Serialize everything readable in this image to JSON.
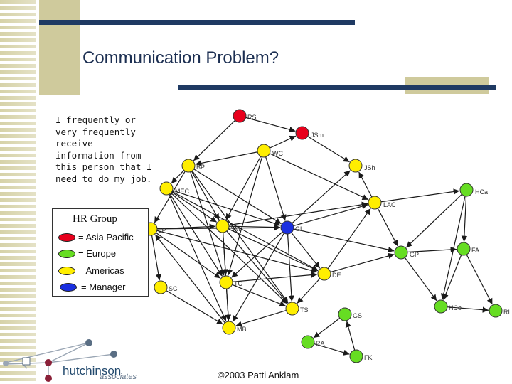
{
  "slide": {
    "title": "Communication Problem?",
    "question": "I frequently or\nvery frequently\nreceive\ninformation from\nthis person that I\nneed to do my job.",
    "copyright": "©2003 Patti Anklam",
    "logo_name": "hutchinson",
    "logo_sub": "associates"
  },
  "legend": {
    "title": "HR Group",
    "items": [
      {
        "label": "= Asia Pacific",
        "color": "#e8001c"
      },
      {
        "label": "= Europe",
        "color": "#66dd22"
      },
      {
        "label": "= Americas",
        "color": "#ffee00"
      },
      {
        "label": "= Manager",
        "color": "#1a2fe0"
      }
    ]
  },
  "colors": {
    "asia_pacific": "#e8001c",
    "europe": "#66dd22",
    "americas": "#ffee00",
    "manager": "#1a2fe0",
    "navy_bar": "#1f3a63",
    "tan": "#cfca9c"
  },
  "network": {
    "nodes": [
      {
        "id": "RS",
        "group": "asia_pacific"
      },
      {
        "id": "JSm",
        "group": "asia_pacific"
      },
      {
        "id": "WC",
        "group": "americas"
      },
      {
        "id": "JSh",
        "group": "americas"
      },
      {
        "id": "BP",
        "group": "americas"
      },
      {
        "id": "MEC",
        "group": "americas"
      },
      {
        "id": "HCa",
        "group": "europe"
      },
      {
        "id": "LAC",
        "group": "americas"
      },
      {
        "id": "JP",
        "group": "americas"
      },
      {
        "id": "SM",
        "group": "americas"
      },
      {
        "id": "GL",
        "group": "manager"
      },
      {
        "id": "GP",
        "group": "europe"
      },
      {
        "id": "FA",
        "group": "europe"
      },
      {
        "id": "DE",
        "group": "americas"
      },
      {
        "id": "SC",
        "group": "americas"
      },
      {
        "id": "TC",
        "group": "americas"
      },
      {
        "id": "HCo",
        "group": "europe"
      },
      {
        "id": "RL",
        "group": "europe"
      },
      {
        "id": "TS",
        "group": "americas"
      },
      {
        "id": "GS",
        "group": "europe"
      },
      {
        "id": "MB",
        "group": "americas"
      },
      {
        "id": "RA",
        "group": "europe"
      },
      {
        "id": "FK",
        "group": "europe"
      }
    ],
    "edges": [
      [
        "RS",
        "BP"
      ],
      [
        "RS",
        "JSm"
      ],
      [
        "WC",
        "JSm"
      ],
      [
        "JSm",
        "JSh"
      ],
      [
        "WC",
        "BP"
      ],
      [
        "WC",
        "LAC"
      ],
      [
        "WC",
        "SM"
      ],
      [
        "WC",
        "GL"
      ],
      [
        "WC",
        "TC"
      ],
      [
        "BP",
        "MEC"
      ],
      [
        "BP",
        "JP"
      ],
      [
        "BP",
        "SM"
      ],
      [
        "BP",
        "GL"
      ],
      [
        "BP",
        "TS"
      ],
      [
        "BP",
        "TC"
      ],
      [
        "MEC",
        "SM"
      ],
      [
        "MEC",
        "GL"
      ],
      [
        "MEC",
        "TC"
      ],
      [
        "MEC",
        "TS"
      ],
      [
        "MEC",
        "MB"
      ],
      [
        "MEC",
        "DE"
      ],
      [
        "JP",
        "SM"
      ],
      [
        "JP",
        "GL"
      ],
      [
        "JP",
        "TC"
      ],
      [
        "JP",
        "SC"
      ],
      [
        "JP",
        "DE"
      ],
      [
        "SC",
        "MB"
      ],
      [
        "SM",
        "GL"
      ],
      [
        "SM",
        "TC"
      ],
      [
        "SM",
        "TS"
      ],
      [
        "SM",
        "DE"
      ],
      [
        "SM",
        "MB"
      ],
      [
        "SM",
        "LAC"
      ],
      [
        "GL",
        "LAC"
      ],
      [
        "GL",
        "TC"
      ],
      [
        "GL",
        "TS"
      ],
      [
        "GL",
        "DE"
      ],
      [
        "GL",
        "MB"
      ],
      [
        "GL",
        "JSh"
      ],
      [
        "GL",
        "GP"
      ],
      [
        "TC",
        "TS"
      ],
      [
        "TC",
        "DE"
      ],
      [
        "TC",
        "MB"
      ],
      [
        "DE",
        "TS"
      ],
      [
        "DE",
        "GP"
      ],
      [
        "DE",
        "LAC"
      ],
      [
        "LAC",
        "GP"
      ],
      [
        "LAC",
        "JSh"
      ],
      [
        "LAC",
        "HCa"
      ],
      [
        "HCa",
        "GP"
      ],
      [
        "HCa",
        "FA"
      ],
      [
        "HCa",
        "HCo"
      ],
      [
        "GP",
        "FA"
      ],
      [
        "GP",
        "HCo"
      ],
      [
        "FA",
        "RL"
      ],
      [
        "FA",
        "HCo"
      ],
      [
        "HCo",
        "RL"
      ],
      [
        "GS",
        "RA"
      ],
      [
        "RA",
        "FK"
      ],
      [
        "FK",
        "GS"
      ],
      [
        "TS",
        "MB"
      ],
      [
        "MB",
        "JP"
      ]
    ]
  }
}
